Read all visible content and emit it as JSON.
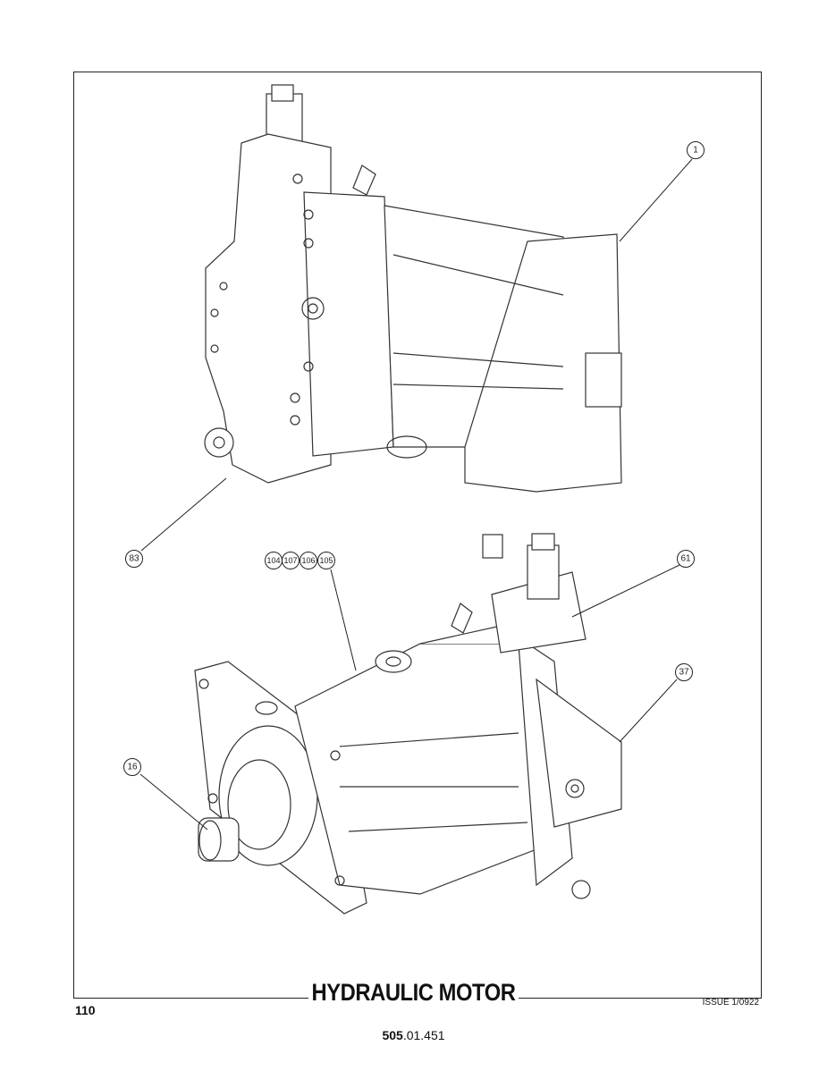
{
  "title": "HYDRAULIC MOTOR",
  "page_number": "110",
  "issue": "ISSUE 1/0922",
  "document_number": {
    "bold": "505",
    "rest": ".01.451"
  },
  "callouts": [
    "1",
    "83",
    "104",
    "107",
    "106",
    "105",
    "61",
    "37",
    "16"
  ]
}
